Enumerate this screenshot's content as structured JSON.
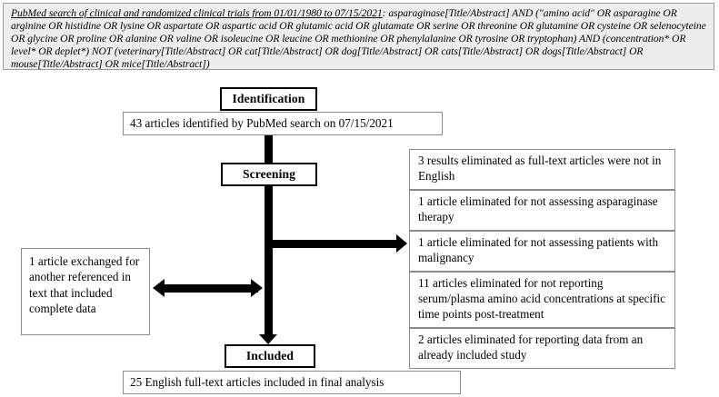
{
  "search_query": {
    "underlined_prefix": "PubMed search of clinical and randomized clinical trials from 01/01/1980 to 07/15/2021",
    "remainder": ": asparaginase[Title/Abstract] AND (\"amino acid\" OR asparagine OR arginine OR histidine OR lysine OR aspartate OR aspartic acid OR glutamic acid OR glutamate OR serine OR threonine OR glutamine OR cysteine OR selenocyteine OR glycine OR proline OR alanine OR valine OR isoleucine OR leucine OR methionine OR phenylalanine OR tyrosine OR tryptophan) AND (concentration* OR level* OR deplet*) NOT (veterinary[Title/Abstract] OR cat[Title/Abstract] OR dog[Title/Abstract] OR cats[Title/Abstract] OR dogs[Title/Abstract] OR mouse[Title/Abstract] OR mice[Title/Abstract])"
  },
  "flow": {
    "stages": {
      "identification": "Identification",
      "screening": "Screening",
      "included": "Included"
    },
    "identified_box": "43 articles identified by PubMed search on 07/15/2021",
    "final_box": "25 English full-text articles included in final analysis",
    "exchanged_box": "1 article exchanged for another referenced in text that included complete data",
    "exclusions": [
      "3 results eliminated as full-text articles were not in English",
      "1 article eliminated for not assessing asparaginase therapy",
      "1 article eliminated for not assessing patients with malignancy",
      "11 articles eliminated for not reporting serum/plasma amino acid concentrations at specific time points post-treatment",
      "2 articles eliminated for reporting data from an already included study"
    ]
  },
  "colors": {
    "header_background": "#eceded",
    "header_border": "#9a9a9a",
    "box_border": "#8a8a8a",
    "stage_border": "#000000",
    "arrow": "#000000",
    "text": "#000000"
  }
}
